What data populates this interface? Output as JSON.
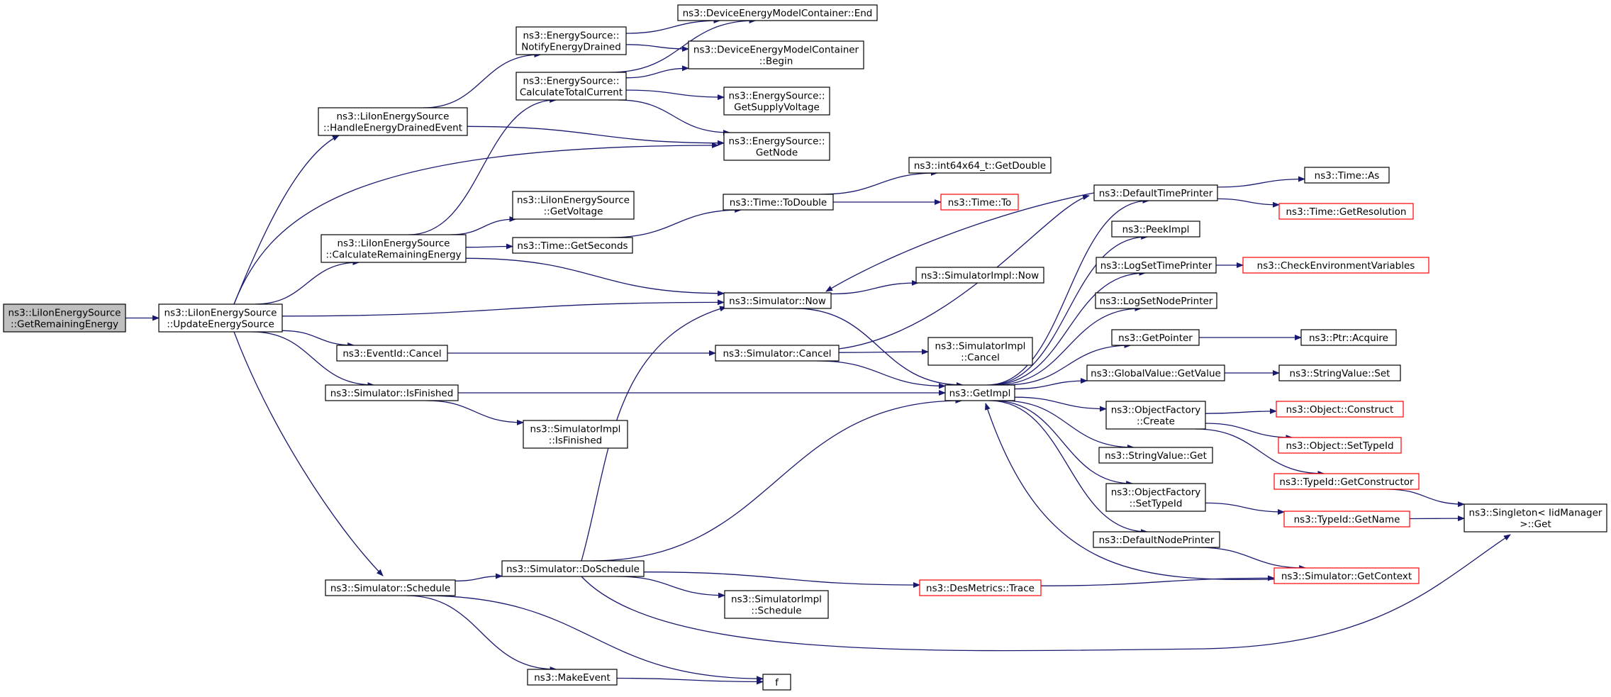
{
  "nodes": [
    {
      "id": "root",
      "lines": [
        "ns3::LiIonEnergySource",
        "::GetRemainingEnergy"
      ],
      "style": "root"
    },
    {
      "id": "ues",
      "lines": [
        "ns3::LiIonEnergySource",
        "::UpdateEnergySource"
      ],
      "style": "normal"
    },
    {
      "id": "hed",
      "lines": [
        "ns3::LiIonEnergySource",
        "::HandleEnergyDrainedEvent"
      ],
      "style": "normal"
    },
    {
      "id": "cre",
      "lines": [
        "ns3::LiIonEnergySource",
        "::CalculateRemainingEnergy"
      ],
      "style": "normal"
    },
    {
      "id": "evc",
      "lines": [
        "ns3::EventId::Cancel"
      ],
      "style": "normal"
    },
    {
      "id": "sif",
      "lines": [
        "ns3::Simulator::IsFinished"
      ],
      "style": "normal"
    },
    {
      "id": "ssc",
      "lines": [
        "ns3::Simulator::Schedule"
      ],
      "style": "normal"
    },
    {
      "id": "ned",
      "lines": [
        "ns3::EnergySource::",
        "NotifyEnergyDrained"
      ],
      "style": "normal"
    },
    {
      "id": "ctc",
      "lines": [
        "ns3::EnergySource::",
        "CalculateTotalCurrent"
      ],
      "style": "normal"
    },
    {
      "id": "gvo",
      "lines": [
        "ns3::LiIonEnergySource",
        "::GetVoltage"
      ],
      "style": "normal"
    },
    {
      "id": "tgs",
      "lines": [
        "ns3::Time::GetSeconds"
      ],
      "style": "normal"
    },
    {
      "id": "sii",
      "lines": [
        "ns3::SimulatorImpl",
        "::IsFinished"
      ],
      "style": "normal"
    },
    {
      "id": "sds",
      "lines": [
        "ns3::Simulator::DoSchedule"
      ],
      "style": "normal"
    },
    {
      "id": "mev",
      "lines": [
        "ns3::MakeEvent"
      ],
      "style": "normal"
    },
    {
      "id": "dend",
      "lines": [
        "ns3::DeviceEnergyModelContainer::End"
      ],
      "style": "normal"
    },
    {
      "id": "dbeg",
      "lines": [
        "ns3::DeviceEnergyModelContainer",
        "::Begin"
      ],
      "style": "normal"
    },
    {
      "id": "gsv",
      "lines": [
        "ns3::EnergySource::",
        "GetSupplyVoltage"
      ],
      "style": "normal"
    },
    {
      "id": "gno",
      "lines": [
        "ns3::EnergySource::",
        "GetNode"
      ],
      "style": "normal"
    },
    {
      "id": "ttd",
      "lines": [
        "ns3::Time::ToDouble"
      ],
      "style": "normal"
    },
    {
      "id": "snow",
      "lines": [
        "ns3::Simulator::Now"
      ],
      "style": "normal"
    },
    {
      "id": "scan",
      "lines": [
        "ns3::Simulator::Cancel"
      ],
      "style": "normal"
    },
    {
      "id": "sisc",
      "lines": [
        "ns3::SimulatorImpl",
        "::Schedule"
      ],
      "style": "normal"
    },
    {
      "id": "f",
      "lines": [
        "f"
      ],
      "style": "normal"
    },
    {
      "id": "i64",
      "lines": [
        "ns3::int64x64_t::GetDouble"
      ],
      "style": "normal"
    },
    {
      "id": "tto",
      "lines": [
        "ns3::Time::To"
      ],
      "style": "red"
    },
    {
      "id": "sinow",
      "lines": [
        "ns3::SimulatorImpl::Now"
      ],
      "style": "normal"
    },
    {
      "id": "sican",
      "lines": [
        "ns3::SimulatorImpl",
        "::Cancel"
      ],
      "style": "normal"
    },
    {
      "id": "gim",
      "lines": [
        "ns3::GetImpl"
      ],
      "style": "normal"
    },
    {
      "id": "dmt",
      "lines": [
        "ns3::DesMetrics::Trace"
      ],
      "style": "red"
    },
    {
      "id": "dtp",
      "lines": [
        "ns3::DefaultTimePrinter"
      ],
      "style": "normal"
    },
    {
      "id": "pim",
      "lines": [
        "ns3::PeekImpl"
      ],
      "style": "normal"
    },
    {
      "id": "lstp",
      "lines": [
        "ns3::LogSetTimePrinter"
      ],
      "style": "normal"
    },
    {
      "id": "lsnp",
      "lines": [
        "ns3::LogSetNodePrinter"
      ],
      "style": "normal"
    },
    {
      "id": "gpt",
      "lines": [
        "ns3::GetPointer"
      ],
      "style": "normal"
    },
    {
      "id": "ggv",
      "lines": [
        "ns3::GlobalValue::GetValue"
      ],
      "style": "normal"
    },
    {
      "id": "ofc",
      "lines": [
        "ns3::ObjectFactory",
        "::Create"
      ],
      "style": "normal"
    },
    {
      "id": "svg",
      "lines": [
        "ns3::StringValue::Get"
      ],
      "style": "normal"
    },
    {
      "id": "ofs",
      "lines": [
        "ns3::ObjectFactory",
        "::SetTypeId"
      ],
      "style": "normal"
    },
    {
      "id": "dnp",
      "lines": [
        "ns3::DefaultNodePrinter"
      ],
      "style": "normal"
    },
    {
      "id": "tas",
      "lines": [
        "ns3::Time::As"
      ],
      "style": "normal"
    },
    {
      "id": "tgr",
      "lines": [
        "ns3::Time::GetResolution"
      ],
      "style": "red"
    },
    {
      "id": "cev",
      "lines": [
        "ns3::CheckEnvironmentVariables"
      ],
      "style": "red"
    },
    {
      "id": "pac",
      "lines": [
        "ns3::Ptr::Acquire"
      ],
      "style": "normal"
    },
    {
      "id": "svs",
      "lines": [
        "ns3::StringValue::Set"
      ],
      "style": "normal"
    },
    {
      "id": "oco",
      "lines": [
        "ns3::Object::Construct"
      ],
      "style": "red"
    },
    {
      "id": "ost",
      "lines": [
        "ns3::Object::SetTypeId"
      ],
      "style": "red"
    },
    {
      "id": "tgc",
      "lines": [
        "ns3::TypeId::GetConstructor"
      ],
      "style": "red"
    },
    {
      "id": "tgn",
      "lines": [
        "ns3::TypeId::GetName"
      ],
      "style": "red"
    },
    {
      "id": "sgc",
      "lines": [
        "ns3::Simulator::GetContext"
      ],
      "style": "red"
    },
    {
      "id": "sng",
      "lines": [
        "ns3::Singleton< IidManager",
        ">::Get"
      ],
      "style": "normal"
    }
  ],
  "edges": [
    [
      "root",
      "ues"
    ],
    [
      "ues",
      "hed"
    ],
    [
      "ues",
      "gno"
    ],
    [
      "ues",
      "cre"
    ],
    [
      "ues",
      "snow"
    ],
    [
      "ues",
      "evc"
    ],
    [
      "ues",
      "sif"
    ],
    [
      "ues",
      "ssc"
    ],
    [
      "hed",
      "ned"
    ],
    [
      "hed",
      "gno"
    ],
    [
      "cre",
      "ctc"
    ],
    [
      "cre",
      "gvo"
    ],
    [
      "cre",
      "tgs"
    ],
    [
      "cre",
      "snow"
    ],
    [
      "ned",
      "dend"
    ],
    [
      "ned",
      "dbeg"
    ],
    [
      "ctc",
      "dend"
    ],
    [
      "ctc",
      "dbeg"
    ],
    [
      "ctc",
      "gsv"
    ],
    [
      "ctc",
      "gno"
    ],
    [
      "tgs",
      "ttd"
    ],
    [
      "ttd",
      "i64"
    ],
    [
      "ttd",
      "tto"
    ],
    [
      "evc",
      "scan"
    ],
    [
      "sif",
      "gim"
    ],
    [
      "sif",
      "sii"
    ],
    [
      "ssc",
      "sds"
    ],
    [
      "ssc",
      "mev"
    ],
    [
      "ssc",
      "f"
    ],
    [
      "sds",
      "snow"
    ],
    [
      "sds",
      "gim"
    ],
    [
      "sds",
      "sisc"
    ],
    [
      "sds",
      "dmt"
    ],
    [
      "sds",
      "sng"
    ],
    [
      "mev",
      "f"
    ],
    [
      "snow",
      "sinow"
    ],
    [
      "snow",
      "gim"
    ],
    [
      "scan",
      "sican"
    ],
    [
      "scan",
      "gim"
    ],
    [
      "scan",
      "dtp"
    ],
    [
      "dtp",
      "snow"
    ],
    [
      "dtp",
      "tas"
    ],
    [
      "dtp",
      "tgr"
    ],
    [
      "gim",
      "pim"
    ],
    [
      "gim",
      "dtp"
    ],
    [
      "gim",
      "lstp"
    ],
    [
      "gim",
      "lsnp"
    ],
    [
      "gim",
      "gpt"
    ],
    [
      "gim",
      "ggv"
    ],
    [
      "gim",
      "ofc"
    ],
    [
      "gim",
      "svg"
    ],
    [
      "gim",
      "ofs"
    ],
    [
      "gim",
      "dnp"
    ],
    [
      "lstp",
      "cev"
    ],
    [
      "gpt",
      "pac"
    ],
    [
      "ggv",
      "svs"
    ],
    [
      "ofc",
      "oco"
    ],
    [
      "ofc",
      "ost"
    ],
    [
      "ofc",
      "tgc"
    ],
    [
      "ofs",
      "tgn"
    ],
    [
      "tgc",
      "sng"
    ],
    [
      "tgn",
      "sng"
    ],
    [
      "dnp",
      "sgc"
    ],
    [
      "dmt",
      "sgc"
    ],
    [
      "sgc",
      "gim"
    ]
  ],
  "colors": {
    "edge": "#191970",
    "root_fill": "#bfbfbf",
    "node_border": "#000000",
    "red_border": "#ff0000"
  }
}
